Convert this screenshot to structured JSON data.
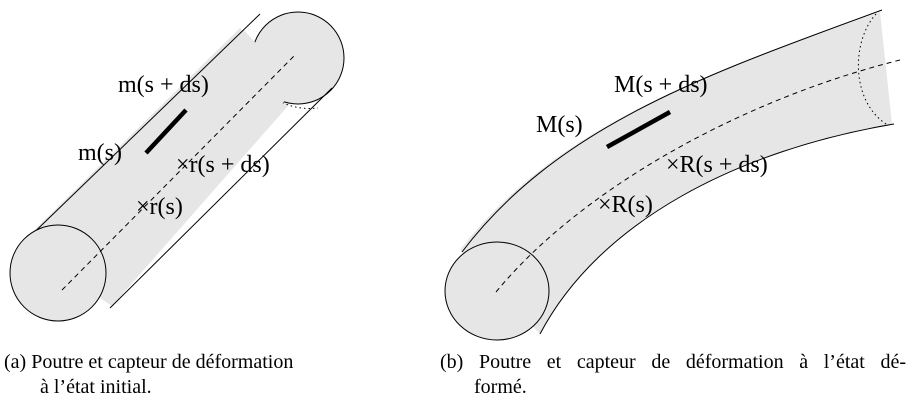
{
  "panel_a": {
    "labels": {
      "m_s_plus_ds": "m(s + ds)",
      "m_s": "m(s)",
      "r_s_plus_ds": "×r(s + ds)",
      "r_s": "×r(s)"
    },
    "caption": {
      "line_1": "(a) Poutre et capteur de déformation",
      "line_2": "à l’état initial."
    }
  },
  "panel_b": {
    "labels": {
      "M_s_plus_ds": "M(s + ds)",
      "M_s": "M(s)",
      "R_s_plus_ds": "×R(s + ds)",
      "R_s": "×R(s)"
    },
    "caption": {
      "line_1": "(b) Poutre et capteur de déformation à l’état dé-",
      "line_2": "formé."
    }
  },
  "colors": {
    "beam_fill": "#e6e6e6",
    "stroke": "#000000"
  }
}
